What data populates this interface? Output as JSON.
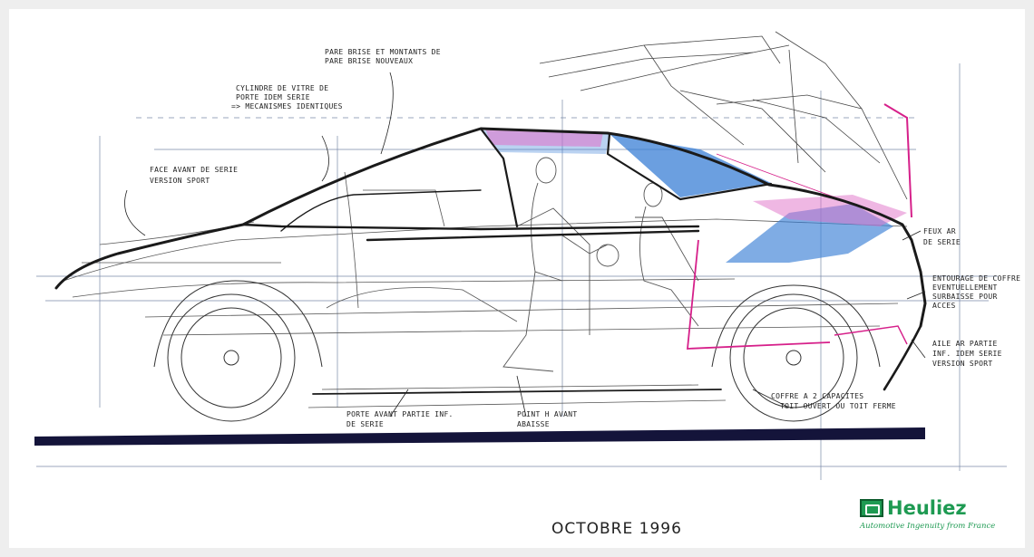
{
  "drawing": {
    "annotations": [
      "PARE BRISE ET MONTANTS DE\nPARE BRISE NOUVEAUX",
      "CYLINDRE DE VITRE DE\nPORTE IDEM SERIE\n=> MECANISMES IDENTIQUES",
      "FACE AVANT DE SERIE\nVERSION SPORT",
      "FEUX AR\nDE SERIE",
      "ENTOURAGE DE COFFRE\nEVENTUELLEMENT\nSURBAISSE POUR\nACCES",
      "AILE AR PARTIE\nINF. IDEM SERIE\nVERSION SPORT",
      "COFFRE A 2 CAPACITES\nTOIT OUVERT OU TOIT FERME",
      "PORTE AVANT PARTIE INF.\nDE SERIE",
      "POINT H AVANT\nABAISSE"
    ],
    "date": "OCTOBRE 1996"
  },
  "logo": {
    "name": "Heuliez",
    "tagline": "Automotive Ingenuity from France"
  },
  "colors": {
    "outline": "#1a1a1a",
    "blue_glass": "#3a7fd6",
    "pink_structure": "#d6208a",
    "brand_green": "#1e9a52",
    "base_bar": "#14143a"
  }
}
